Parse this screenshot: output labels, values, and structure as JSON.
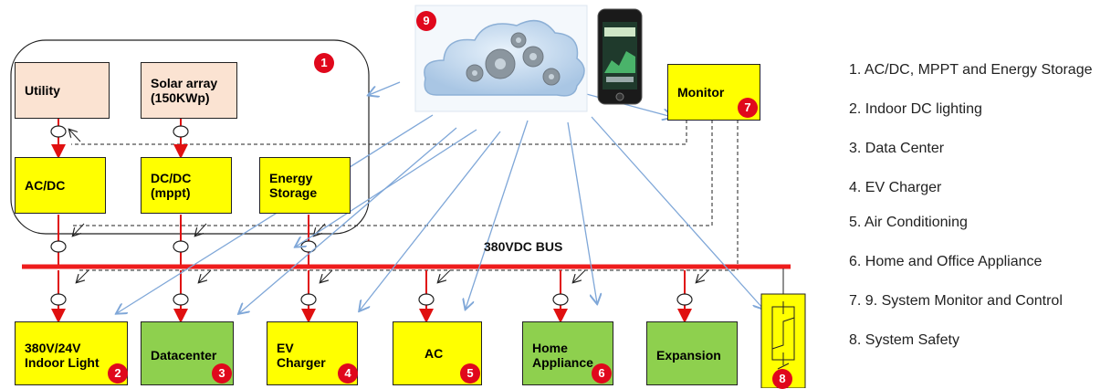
{
  "diagram": {
    "bus_label": "380VDC  BUS",
    "boxes": {
      "utility": "Utility",
      "solar_array": "Solar array\n(150KWp)",
      "acdc": "AC/DC",
      "dcdc": "DC/DC\n(mppt)",
      "energy_storage": "Energy\nStorage",
      "monitor": "Monitor",
      "indoor_light": "380V/24V\nIndoor Light",
      "datacenter": "Datacenter",
      "ev_charger": "EV\nCharger",
      "ac": "AC",
      "home_appliance": "Home\nAppliance",
      "expansion": "Expansion"
    },
    "badges": {
      "group": "1",
      "indoor_light": "2",
      "datacenter": "3",
      "ev_charger": "4",
      "ac": "5",
      "home_appliance": "6",
      "monitor": "7",
      "safety": "8",
      "cloud": "9"
    },
    "legend": [
      "1. AC/DC, MPPT and Energy Storage",
      "2. Indoor DC lighting",
      "3. Data Center",
      "4. EV Charger",
      "5. Air Conditioning",
      "6. Home and Office Appliance",
      "7. 9. System Monitor and Control",
      "8. System Safety"
    ],
    "colors": {
      "bus": "#ee1c1c",
      "power_arrow": "#e01010",
      "cloud_arrow": "#7fa7d8",
      "yellow_box": "#ffff00",
      "green_box": "#8ed04e",
      "source_box": "#fbe3d2",
      "badge": "#e0081c"
    }
  }
}
